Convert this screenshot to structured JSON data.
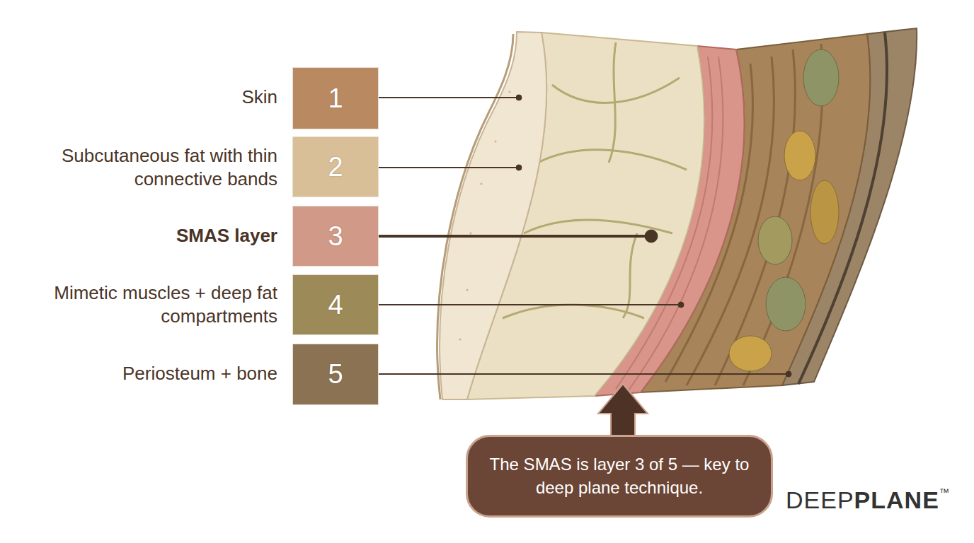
{
  "diagram": {
    "nodes": [
      {
        "text": [
          "1"
        ]
      },
      {
        "text": [
          "2"
        ]
      },
      {
        "text": [
          "3"
        ]
      },
      {
        "text": [
          "4"
        ]
      },
      {
        "text": [
          "5"
        ]
      },
      {
        "text": [
          "The SMAS is layer 3 of 5 — key to deep plane technique."
        ]
      }
    ],
    "labels": [
      "Skin",
      "Subcutaneous fat with thin connective bands",
      "SMAS layer",
      "Mimetic muscles + deep fat compartments",
      "Periosteum + bone",
      "DEEP",
      "PLANE",
      "™"
    ]
  }
}
